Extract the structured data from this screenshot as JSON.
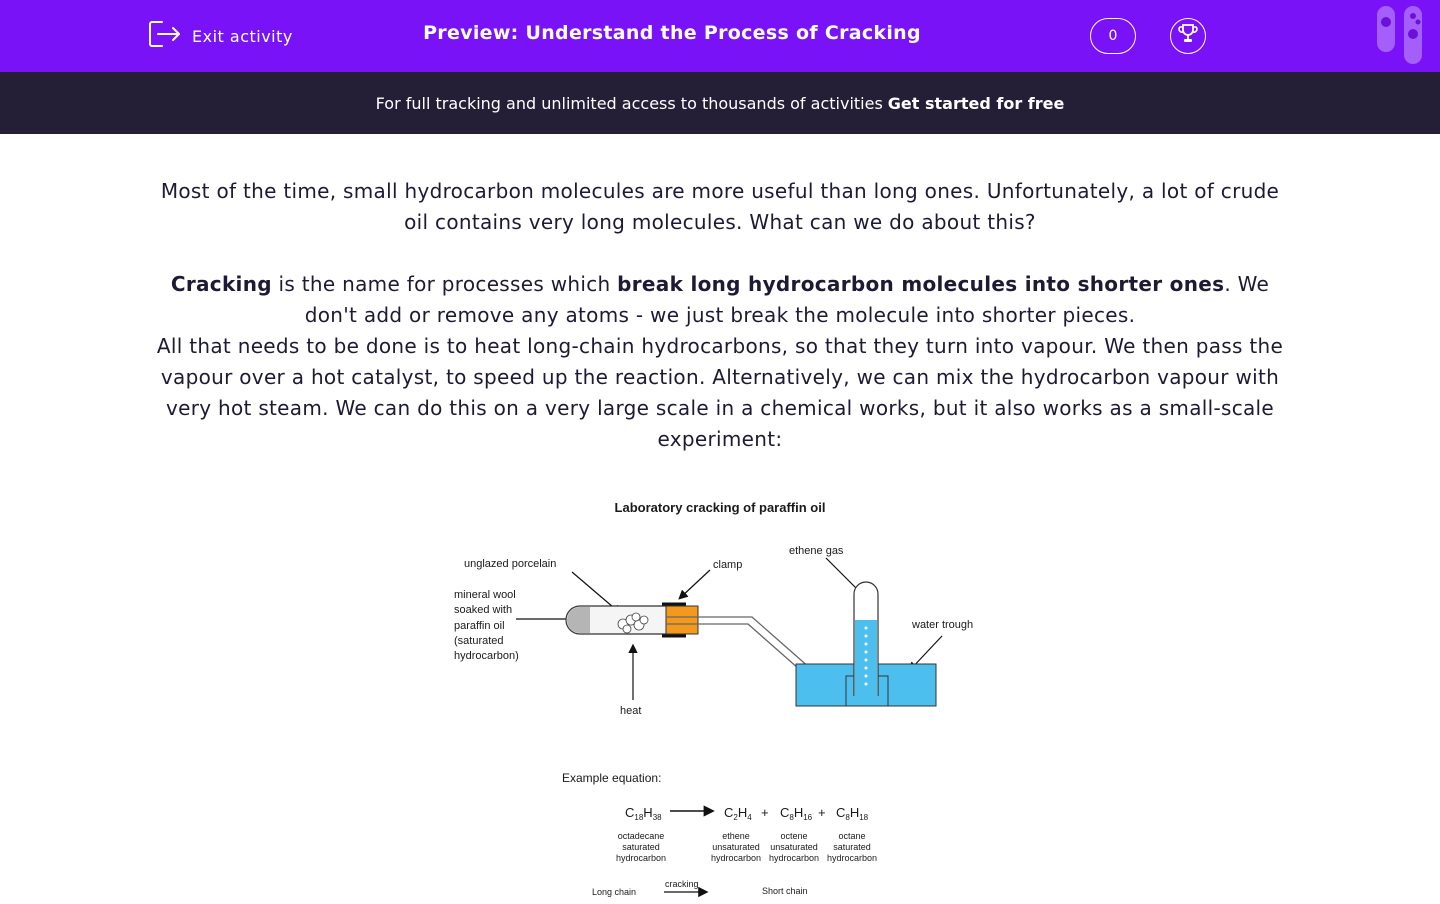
{
  "header": {
    "exit_label": "Exit activity",
    "title": "Preview: Understand the Process of Cracking",
    "score": "0",
    "bg_color": "#7a12f7"
  },
  "banner": {
    "text": "For full tracking and unlimited access to thousands of activities",
    "cta": "Get started for free"
  },
  "body": {
    "p1": "Most of the time, small hydrocarbon molecules are more useful than long ones. Unfortunately, a lot of crude oil contains very long molecules. What can we do about this?",
    "p2_term": "Cracking",
    "p2_mid": " is the name for processes which ",
    "p2_bold": "break long hydrocarbon molecules into shorter ones",
    "p2_end": ". We don't add or remove any atoms - we just break the molecule into shorter pieces.",
    "p3": "All that needs to be done is to heat long-chain hydrocarbons, so that they turn into vapour. We then pass the vapour over a hot catalyst, to speed up the reaction. Alternatively, we can mix the hydrocarbon vapour with very hot steam. We can do this on a very large scale in a chemical works, but it also works as a small-scale experiment:"
  },
  "figure": {
    "title": "Laboratory cracking of paraffin oil",
    "labels": {
      "porcelain": "unglazed porcelain",
      "clamp": "clamp",
      "ethene": "ethene gas",
      "water": "water trough",
      "wool_1": "mineral wool",
      "wool_2": "soaked with",
      "wool_3": "paraffin oil",
      "wool_4": "(saturated",
      "wool_5": "hydrocarbon)",
      "heat": "heat"
    },
    "equation_heading": "Example equation:",
    "plus": "+",
    "compounds": [
      {
        "formula": "C",
        "sub1": "18",
        "h": "H",
        "sub2": "38",
        "name": "octadecane",
        "type1": "saturated",
        "type2": "hydrocarbon"
      },
      {
        "formula": "C",
        "sub1": "2",
        "h": "H",
        "sub2": "4",
        "name": "ethene",
        "type1": "unsaturated",
        "type2": "hydrocarbon"
      },
      {
        "formula": "C",
        "sub1": "8",
        "h": "H",
        "sub2": "16",
        "name": "octene",
        "type1": "unsaturated",
        "type2": "hydrocarbon"
      },
      {
        "formula": "C",
        "sub1": "8",
        "h": "H",
        "sub2": "18",
        "name": "octane",
        "type1": "saturated",
        "type2": "hydrocarbon"
      }
    ],
    "bottom": {
      "left": "Long chain",
      "arrow": "cracking",
      "right": "Short chain"
    },
    "water_color": "#4cbfee",
    "clamp_color": "#f39a1e"
  }
}
